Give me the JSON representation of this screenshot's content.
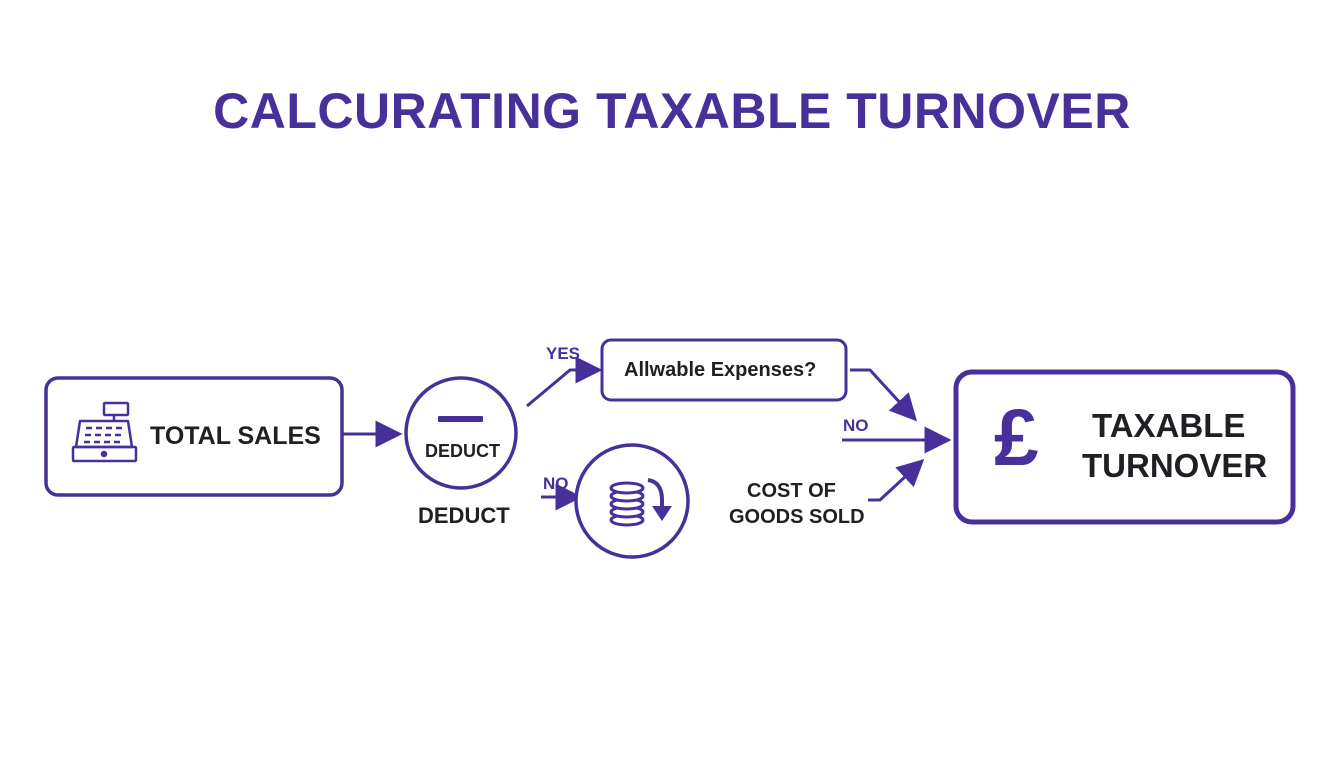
{
  "title": "CALCURATING TAXABLE TURNOVER",
  "colors": {
    "accent": "#48309a",
    "text": "#1f1f24",
    "background": "#ffffff"
  },
  "nodes": {
    "total_sales": {
      "label": "TOTAL SALES",
      "icon": "cash-register-icon"
    },
    "deduct": {
      "inner_label": "DEDUCT",
      "caption": "DEDUCT",
      "icon": "minus-icon"
    },
    "allowable_expenses": {
      "label": "Allwable Expenses?"
    },
    "cost_of_goods": {
      "label_line1": "COST OF",
      "label_line2": "GOODS SOLD",
      "icon": "coin-stack-down-arrow-icon"
    },
    "taxable_turnover": {
      "label_line1": "TAXABLE",
      "label_line2": "TURNOVER",
      "icon": "pound-sign-icon",
      "symbol": "£"
    }
  },
  "edges": {
    "yes_label": "YES",
    "no_label_cogs": "NO",
    "no_label_direct": "NO"
  }
}
